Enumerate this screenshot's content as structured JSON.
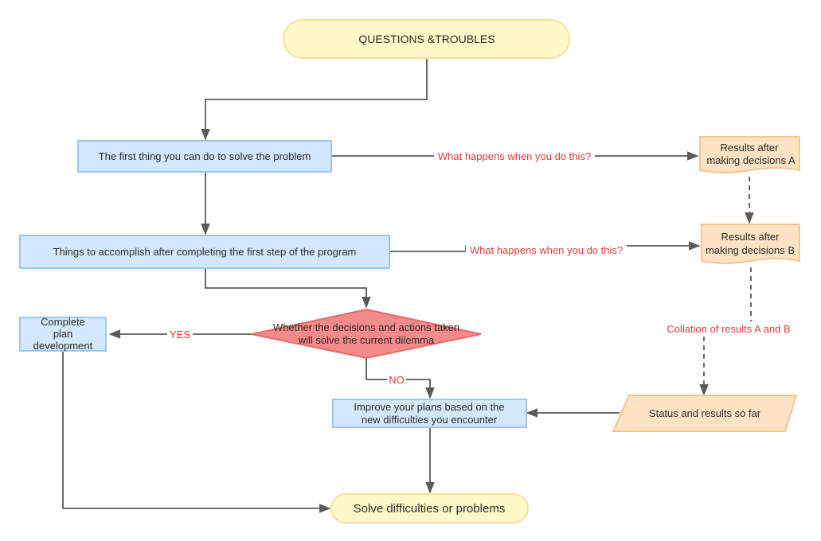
{
  "nodes": {
    "start": "QUESTIONS &TROUBLES",
    "step1": "The first thing you can do to solve the problem",
    "step2": "Things to accomplish after completing the first step of the program",
    "decision_line1": "Whether the decisions and actions taken",
    "decision_line2": "will solve the current dilemma",
    "complete_line1": "Complete",
    "complete_line2": "plan",
    "complete_line3": "development",
    "improve_line1": "Improve your plans based on the",
    "improve_line2": "new difficulties you encounter",
    "end": "Solve difficulties or problems",
    "resultA_line1": "Results after",
    "resultA_line2": "making decisions A",
    "resultB_line1": "Results after",
    "resultB_line2": "making decisions B",
    "status": "Status and results so far"
  },
  "edge_labels": {
    "what_happens_1": "What happens when you do this?",
    "what_happens_2": "What happens when you do this?",
    "yes": "YES",
    "no": "NO",
    "collation": "Collation of results A and B"
  },
  "colors": {
    "terminal_fill": "#fff9c9",
    "terminal_stroke": "#f5dfa0",
    "process_fill": "#d4e8fb",
    "process_stroke": "#9cc8ee",
    "decision_fill": "#f58a8a",
    "decision_stroke": "#e56b6b",
    "document_fill": "#fde3c4",
    "document_stroke": "#f6c48f",
    "edge": "#5a5a5a",
    "edge_label": "#e03a3a"
  }
}
